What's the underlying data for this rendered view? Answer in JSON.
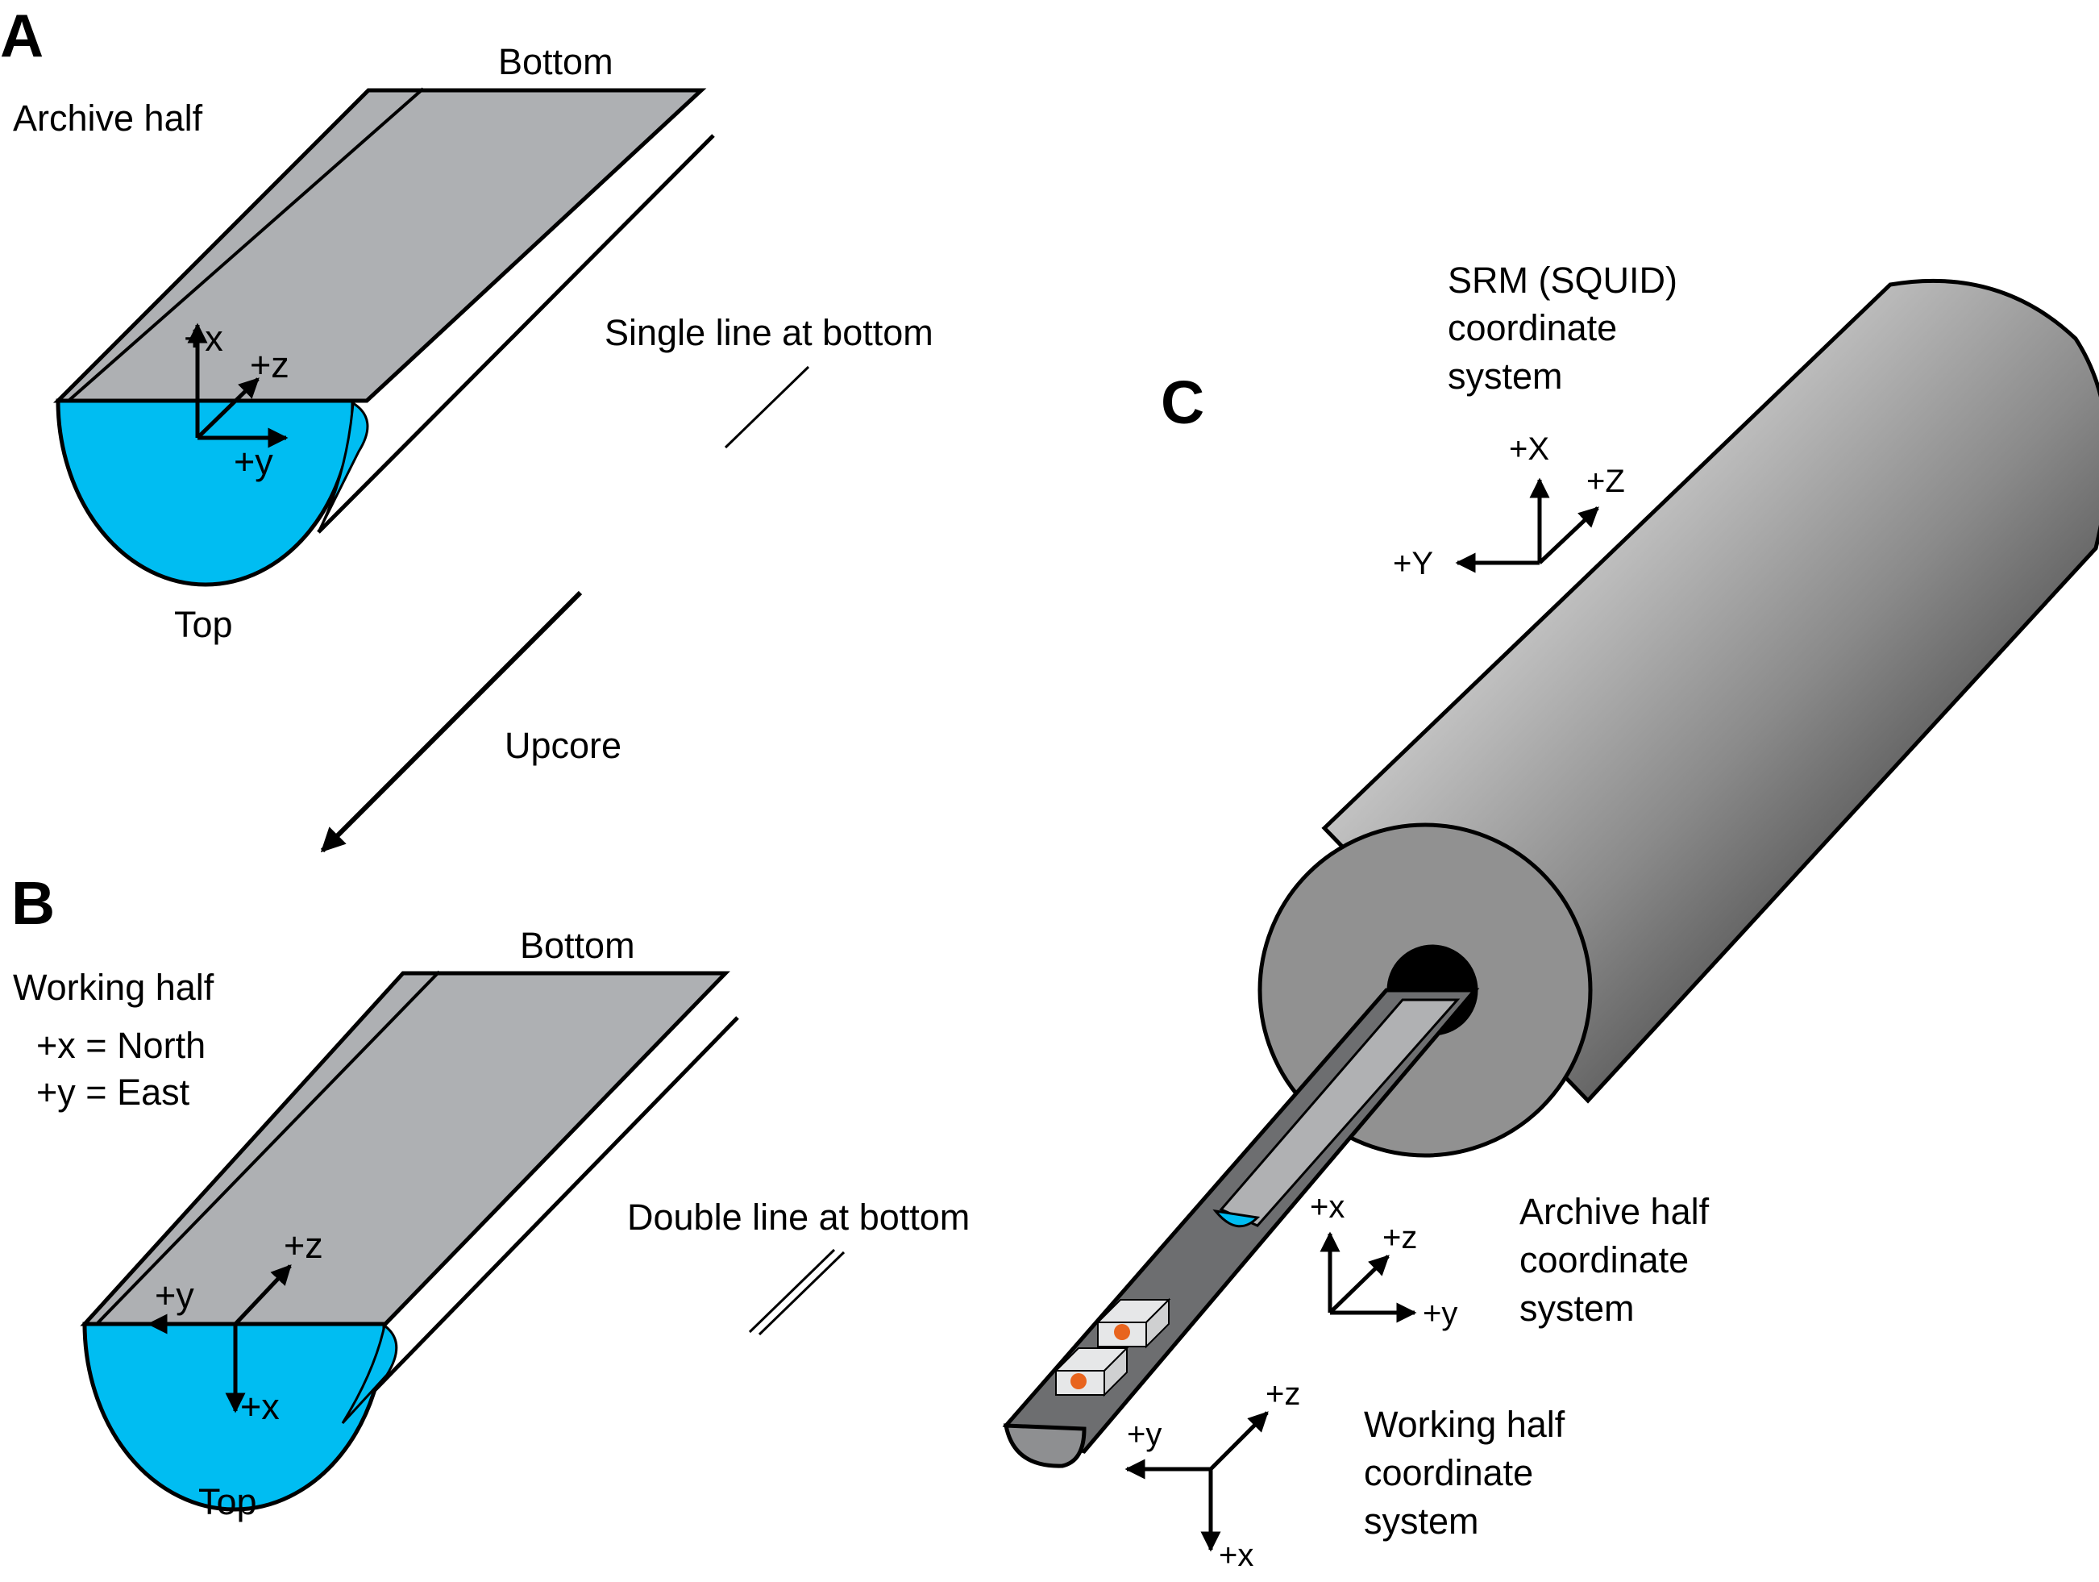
{
  "panels": {
    "a": {
      "letter": "A",
      "title": "Archive half",
      "bottom": "Bottom",
      "top": "Top",
      "axes": {
        "x": "+x",
        "y": "+y",
        "z": "+z"
      }
    },
    "b": {
      "letter": "B",
      "title": "Working half",
      "note1": "+x = North",
      "note2": "+y = East",
      "bottom": "Bottom",
      "top": "Top",
      "axes": {
        "x": "+x",
        "y": "+y",
        "z": "+z"
      }
    },
    "c": {
      "letter": "C",
      "srm_line1": "SRM (SQUID)",
      "srm_line2": "coordinate",
      "srm_line3": "system",
      "srm_axes": {
        "x": "+X",
        "y": "+Y",
        "z": "+Z"
      },
      "archive_line1": "Archive half",
      "archive_line2": "coordinate",
      "archive_line3": "system",
      "archive_axes": {
        "x": "+x",
        "y": "+y",
        "z": "+z"
      },
      "working_line1": "Working half",
      "working_line2": "coordinate",
      "working_line3": "system",
      "working_axes": {
        "x": "+x",
        "y": "+y",
        "z": "+z"
      }
    }
  },
  "legend": {
    "single": "Single line at bottom",
    "double": "Double line at bottom",
    "upcore": "Upcore"
  },
  "colors": {
    "sediment": "#00bdf2",
    "cut_face": "#aeb0b3",
    "magnetometer_dark": "#000000",
    "tray": "#6d6e70",
    "cube_marker": "#e8641e"
  }
}
